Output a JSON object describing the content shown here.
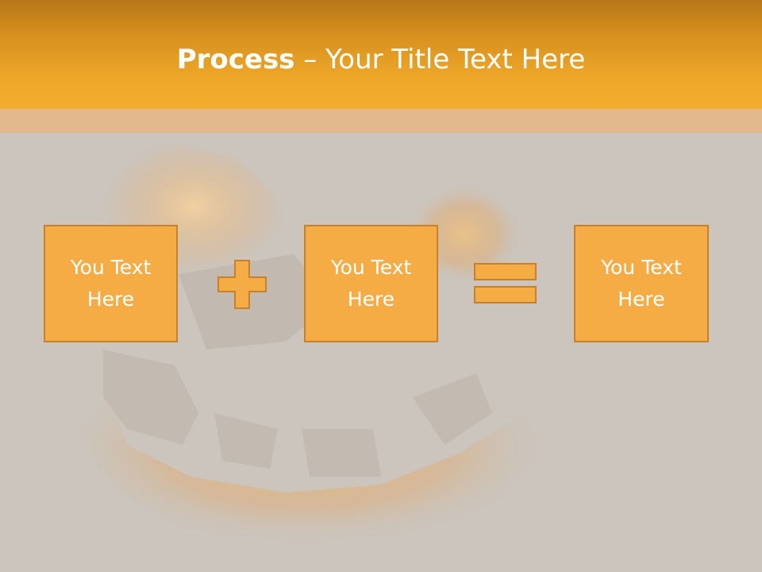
{
  "title": {
    "bold": "Process",
    "rest": " – Your Title Text Here"
  },
  "boxes": [
    {
      "text": "You Text Here"
    },
    {
      "text": "You Text Here"
    },
    {
      "text": "You Text Here"
    }
  ],
  "colors": {
    "accent": "#f3ad2d",
    "box_fill": "#f5ac45",
    "box_border": "#c9802a",
    "background": "#cbc5bd"
  }
}
